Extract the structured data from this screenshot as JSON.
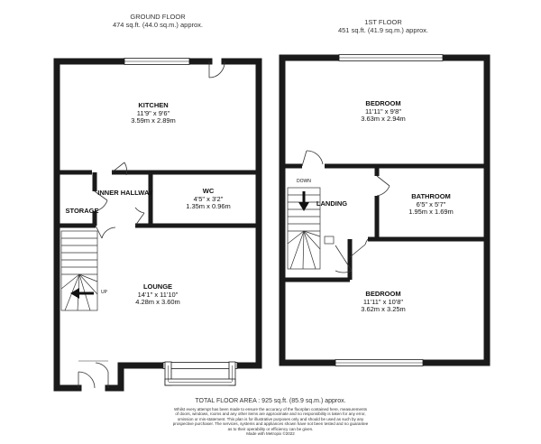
{
  "ground_floor": {
    "title": "GROUND FLOOR",
    "area": "474 sq.ft. (44.0 sq.m.) approx.",
    "rooms": [
      {
        "name": "KITCHEN",
        "imperial": "11'9\" x 9'6\"",
        "metric": "3.59m x 2.89m"
      },
      {
        "name": "INNER HALLWAY"
      },
      {
        "name": "WC",
        "imperial": "4'5\" x 3'2\"",
        "metric": "1.35m x 0.96m"
      },
      {
        "name": "STORAGE"
      },
      {
        "name": "LOUNGE",
        "imperial": "14'1\" x 11'10\"",
        "metric": "4.28m x 3.60m"
      }
    ],
    "stair_label": "UP"
  },
  "first_floor": {
    "title": "1ST FLOOR",
    "area": "451 sq.ft. (41.9 sq.m.) approx.",
    "rooms": [
      {
        "name": "BEDROOM",
        "imperial": "11'11\" x 9'8\"",
        "metric": "3.63m x 2.94m"
      },
      {
        "name": "LANDING"
      },
      {
        "name": "BATHROOM",
        "imperial": "6'5\" x 5'7\"",
        "metric": "1.95m x 1.69m"
      },
      {
        "name": "BEDROOM",
        "imperial": "11'11\" x 10'8\"",
        "metric": "3.62m x 3.25m"
      }
    ],
    "stair_label": "DOWN"
  },
  "footer": {
    "total": "TOTAL FLOOR AREA : 925 sq.ft. (85.9 sq.m.) approx.",
    "disclaimer": [
      "Whilst every attempt has been made to ensure the accuracy of the floorplan contained here, measurements",
      "of doors, windows, rooms and any other items are approximate and no responsibility is taken for any error,",
      "omission or mis-statement. This plan is for illustrative purposes only and should be used as such by any",
      "prospective purchaser. The services, systems and appliances shown have not been tested and no guarantee",
      "as to their operability or efficiency can be given.",
      "Made with Metropix ©2022"
    ]
  }
}
